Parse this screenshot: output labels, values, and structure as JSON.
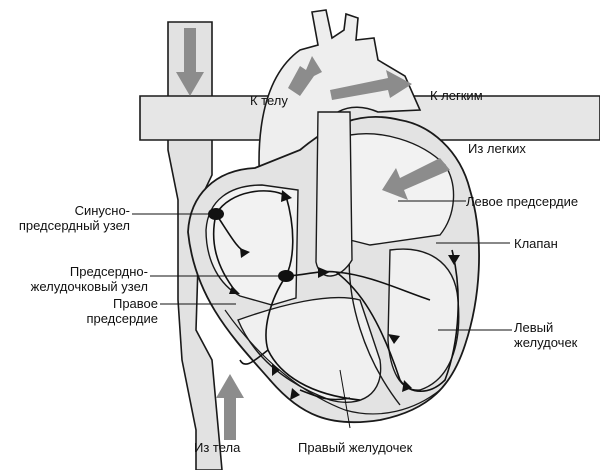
{
  "labels": {
    "to_body": "К телу",
    "to_lungs": "К легким",
    "from_lungs": "Из легких",
    "left_atrium": "Левое предсердие",
    "valve": "Клапан",
    "sa_node": "Синусно-\nпредсердный узел",
    "av_node": "Предсердно-\nжелудочковый узел",
    "right_atrium": "Правое\nпредсердие",
    "left_ventricle": "Левый\nжелудочек",
    "from_body": "Из тела",
    "right_ventricle": "Правый желудочек"
  },
  "colors": {
    "tissue": "#e6e6e6",
    "tissue_dark": "#c9c9c9",
    "chamber": "#f2f2f2",
    "flow_arrow": "#8c8c8c",
    "outline": "#1a1a1a",
    "conduction": "#111111"
  }
}
